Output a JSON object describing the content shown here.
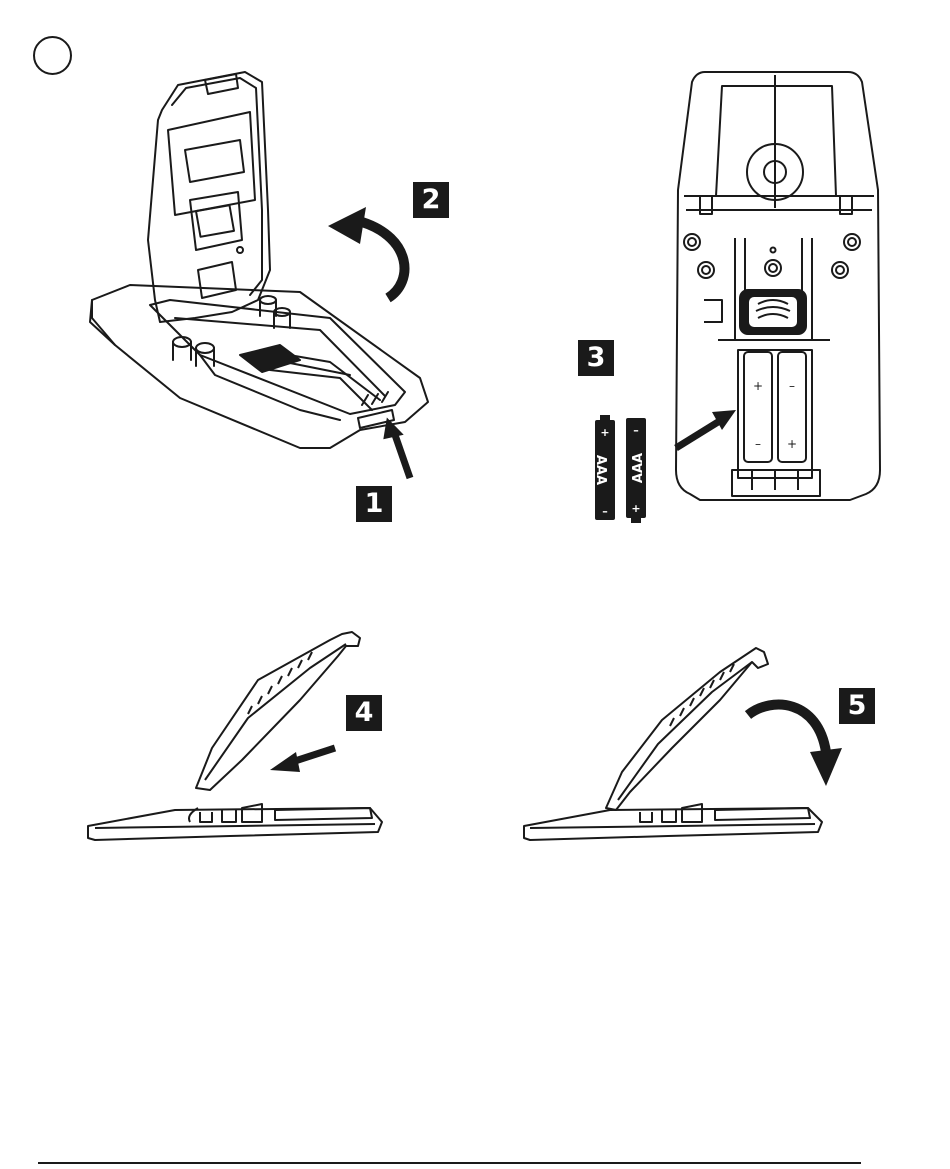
{
  "steps": [
    {
      "number": "1"
    },
    {
      "number": "2"
    },
    {
      "number": "3"
    },
    {
      "number": "4"
    },
    {
      "number": "5"
    }
  ],
  "battery_left": {
    "plus": "+",
    "label": "AAA",
    "minus": "–"
  },
  "battery_right": {
    "minus": "–",
    "label": "AAA",
    "plus": "+"
  },
  "colors": {
    "ink": "#1a1a1a",
    "paper": "#ffffff"
  }
}
